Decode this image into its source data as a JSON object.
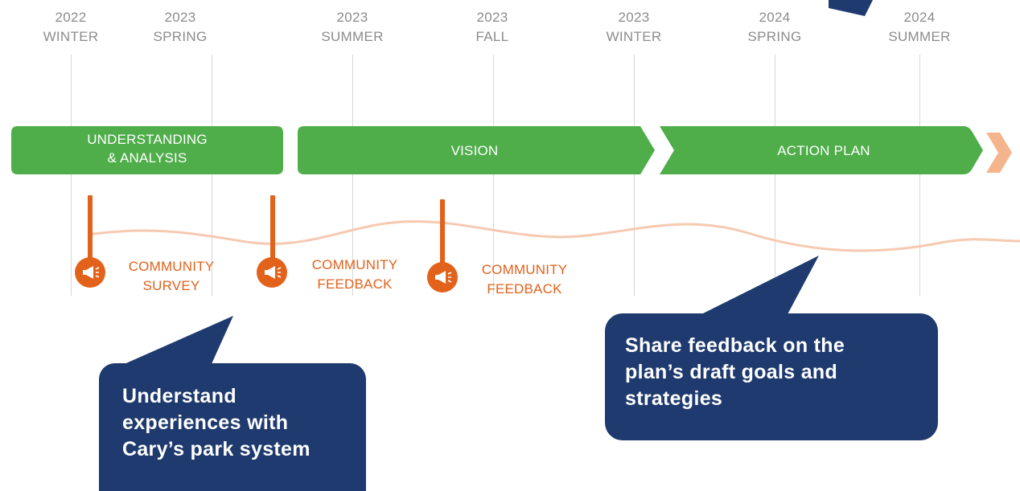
{
  "timeline": {
    "seasons": [
      {
        "year": "2022",
        "season": "WINTER"
      },
      {
        "year": "2023",
        "season": "SPRING"
      },
      {
        "year": "2023",
        "season": "SUMMER"
      },
      {
        "year": "2023",
        "season": "FALL"
      },
      {
        "year": "2023",
        "season": "WINTER"
      },
      {
        "year": "2024",
        "season": "SPRING"
      },
      {
        "year": "2024",
        "season": "SUMMER"
      }
    ],
    "phases": [
      {
        "label_line1": "UNDERSTANDING",
        "label_line2": "& ANALYSIS"
      },
      {
        "label": "VISION"
      },
      {
        "label": "ACTION PLAN"
      }
    ],
    "milestones": [
      {
        "line1": "COMMUNITY",
        "line2": "SURVEY",
        "icon": "megaphone-icon"
      },
      {
        "line1": "COMMUNITY",
        "line2": "FEEDBACK",
        "icon": "megaphone-icon"
      },
      {
        "line1": "COMMUNITY",
        "line2": "FEEDBACK",
        "icon": "megaphone-icon"
      }
    ]
  },
  "callouts": {
    "left": {
      "line1": "Understand",
      "line2": "experiences with",
      "line3": "Cary’s park system"
    },
    "right": {
      "line1": "Share feedback on the",
      "line2": "plan’s draft goals and",
      "line3": "strategies"
    }
  },
  "colors": {
    "phase_green": "#4fad4a",
    "milestone_orange": "#e2621b",
    "callout_navy": "#1f3a6e",
    "wave_peach": "#f6c9b0",
    "chevron_peach": "#f5b58c"
  }
}
